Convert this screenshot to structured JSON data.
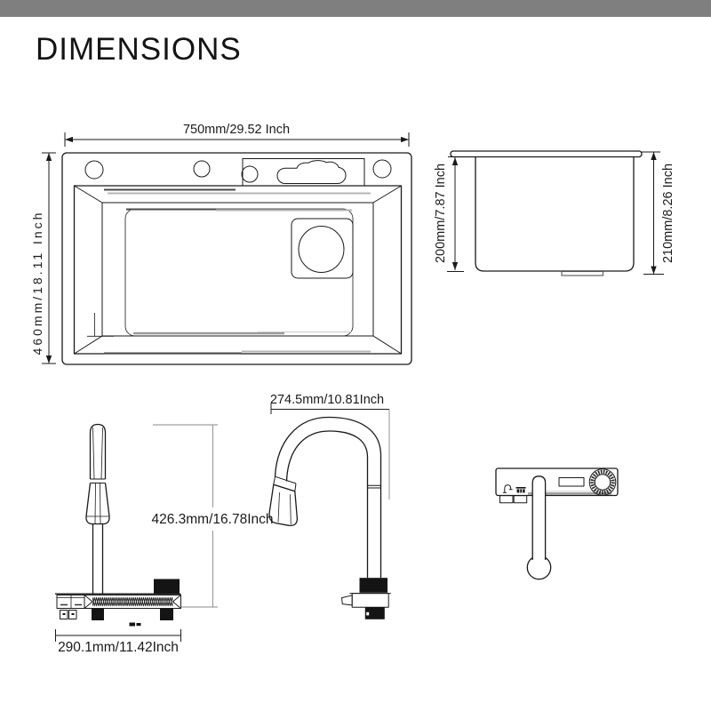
{
  "title": "DIMENSIONS",
  "colors": {
    "top_bar": "#7f7f7f",
    "line": "#1a1a1a",
    "hatch": "#9e9e9e"
  },
  "views": {
    "sink_top": {
      "width": "750mm/29.52 Inch",
      "depth": "460mm/18.11 Inch"
    },
    "sink_side": {
      "bowl_depth": "200mm/7.87 Inch",
      "overall_height": "210mm/8.26 Inch"
    },
    "faucet_side": {
      "overall_height": "426.3mm/16.78Inch",
      "overall_width": "290.1mm/11.42Inch"
    },
    "faucet_front": {
      "spout_reach": "274.5mm/10.81Inch"
    }
  }
}
